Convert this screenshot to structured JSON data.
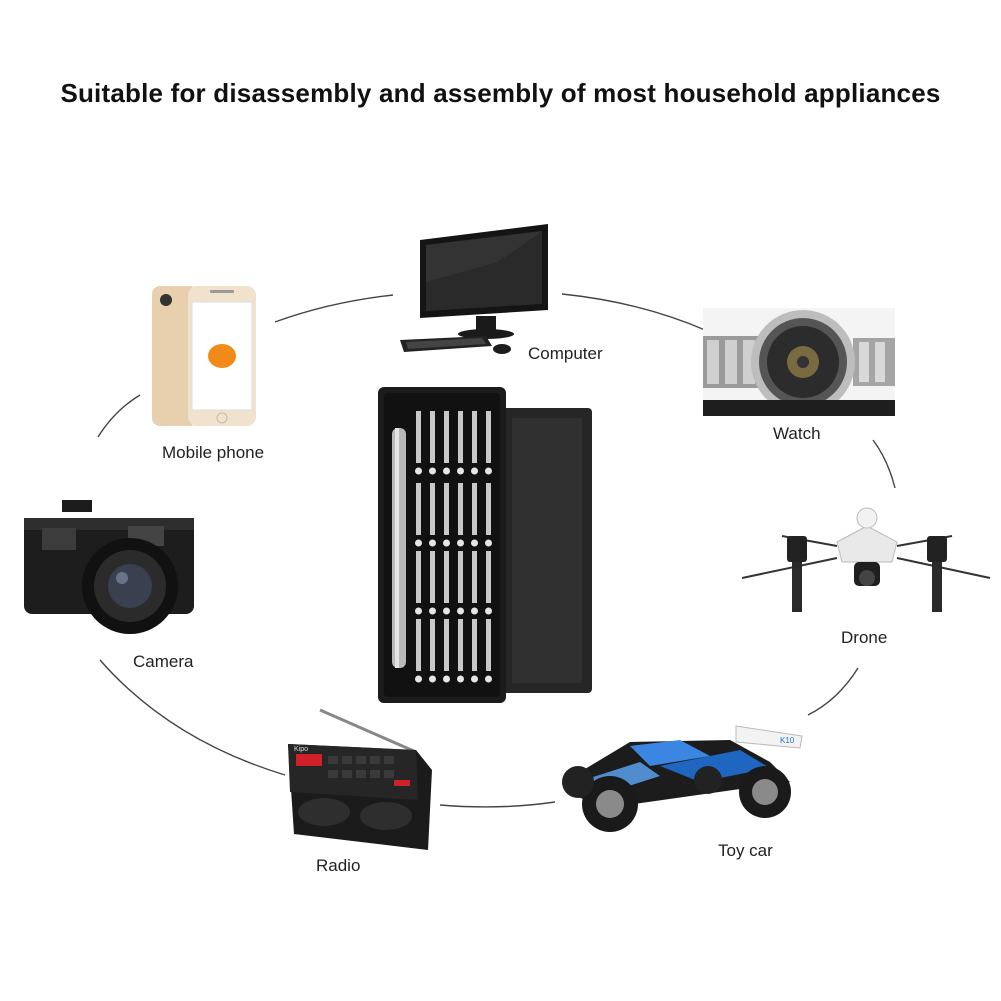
{
  "headline": "Suitable for disassembly and assembly of most household appliances",
  "labels": {
    "computer": "Computer",
    "watch": "Watch",
    "drone": "Drone",
    "toy_car": "Toy car",
    "radio": "Radio",
    "camera": "Camera",
    "mobile_phone": "Mobile phone"
  },
  "radio_brand": "Kipo",
  "car_tag": "K10",
  "colors": {
    "kit_body": "#1c1c1c",
    "car_blue": "#1f6fd1",
    "phone_gold": "#e8cfae",
    "radio_red": "#d0202a"
  }
}
